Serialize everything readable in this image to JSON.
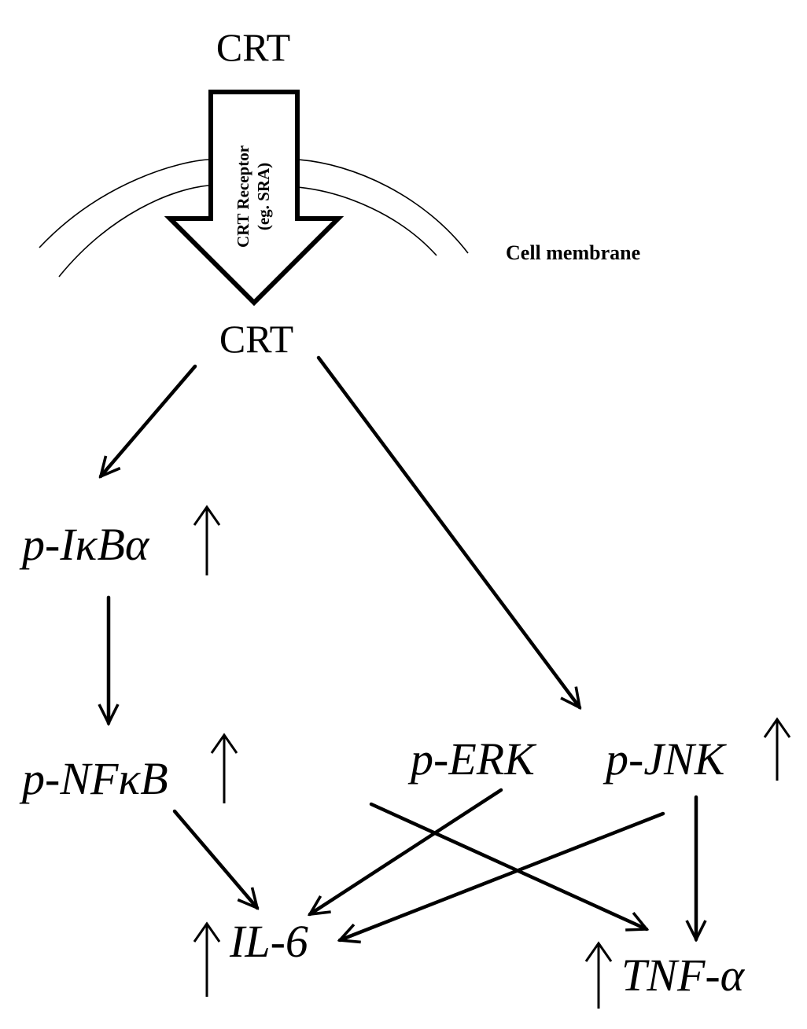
{
  "ligand": {
    "top_label": "CRT",
    "internal_label": "CRT"
  },
  "receptor": {
    "line1": "CRT Receptor",
    "line2": "(eg. SRA)"
  },
  "membrane": {
    "label": "Cell membrane"
  },
  "nodes": {
    "p_ikba": "p-IκBα",
    "p_nfkb": "p-NFκB",
    "p_erk": "p-ERK",
    "p_jnk": "p-JNK",
    "il6": "IL-6",
    "tnfa": "TNF-α"
  },
  "indicators": {
    "up": "↑"
  },
  "edges": [
    {
      "from": "CRT",
      "to": "p-IκBα"
    },
    {
      "from": "CRT",
      "to": "p-ERK / p-JNK"
    },
    {
      "from": "p-IκBα",
      "to": "p-NFκB"
    },
    {
      "from": "p-NFκB",
      "to": "IL-6"
    },
    {
      "from": "p-ERK",
      "to": "IL-6"
    },
    {
      "from": "p-ERK",
      "to": "TNF-α"
    },
    {
      "from": "p-JNK",
      "to": "IL-6"
    },
    {
      "from": "p-JNK",
      "to": "TNF-α"
    }
  ]
}
